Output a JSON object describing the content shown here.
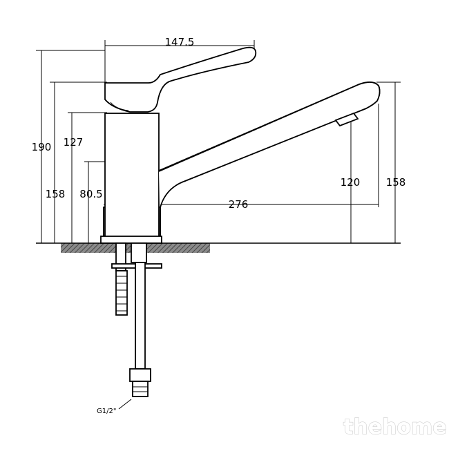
{
  "dimensions": {
    "handle_width": "147.5",
    "total_height": "190",
    "height_158_left": "158",
    "height_127": "127",
    "height_80_5": "80.5",
    "spout_reach": "276",
    "spout_outlet_height": "120",
    "height_158_right": "158",
    "thread": "G1/2\""
  },
  "watermark": "thehome",
  "colors": {
    "line": "#000000",
    "ground_hatch": "#555555",
    "background": "#ffffff"
  }
}
